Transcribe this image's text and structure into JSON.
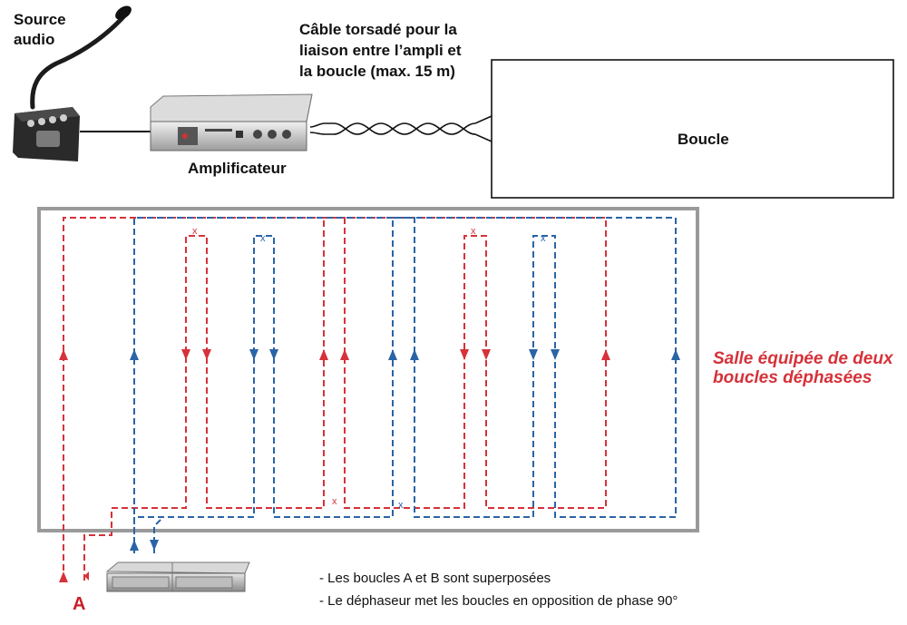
{
  "labels": {
    "source_line1": "Source",
    "source_line2": "audio",
    "cable_line1": "Câble torsadé pour la",
    "cable_line2": "liaison entre l’ampli et",
    "cable_line3": "la boucle (max. 15 m)",
    "amplifier": "Amplificateur",
    "loop": "Boucle",
    "room_line1": "Salle équipée de deux",
    "room_line2": "boucles déphasées",
    "loop_a": "A"
  },
  "notes": [
    "- Les boucles A et B sont superposées",
    "- Le déphaseur met les boucles en opposition de phase 90°"
  ],
  "colors": {
    "loop_a": "#d6323a",
    "loop_b": "#2a64a6",
    "room_border": "#9a9a9a",
    "callout": "#d6323a"
  }
}
